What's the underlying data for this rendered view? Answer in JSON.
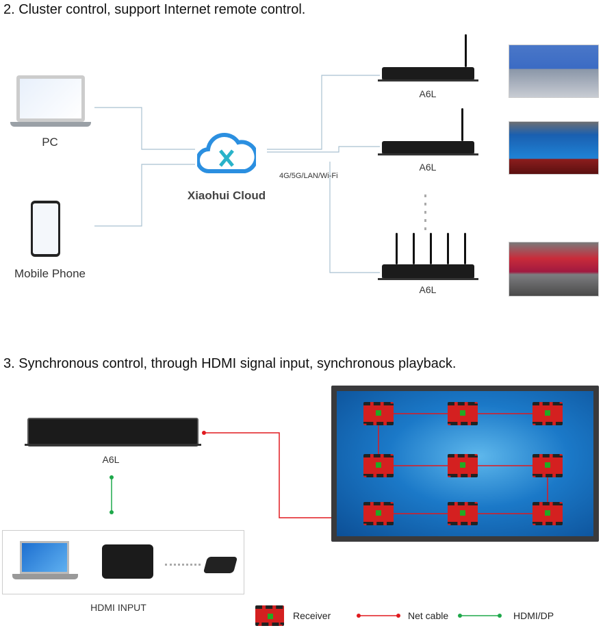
{
  "section2": {
    "title": "2. Cluster control, support Internet remote control.",
    "pc_label": "PC",
    "phone_label": "Mobile Phone",
    "cloud_label": "Xiaohui Cloud",
    "network_label": "4G/5G/LAN/Wi-Fi",
    "devices": [
      "A6L",
      "A6L",
      "A6L"
    ]
  },
  "section3": {
    "title": "3. Synchronous control, through HDMI signal input, synchronous playback.",
    "device_label": "A6L",
    "hdmi_input_label": "HDMI INPUT"
  },
  "legend": {
    "receiver": "Receiver",
    "net_cable": "Net cable",
    "hdmi": "HDMI/DP"
  },
  "colors": {
    "net_cable": "#e0191e",
    "hdmi": "#1ea84a",
    "connector": "#a9c1d0"
  }
}
